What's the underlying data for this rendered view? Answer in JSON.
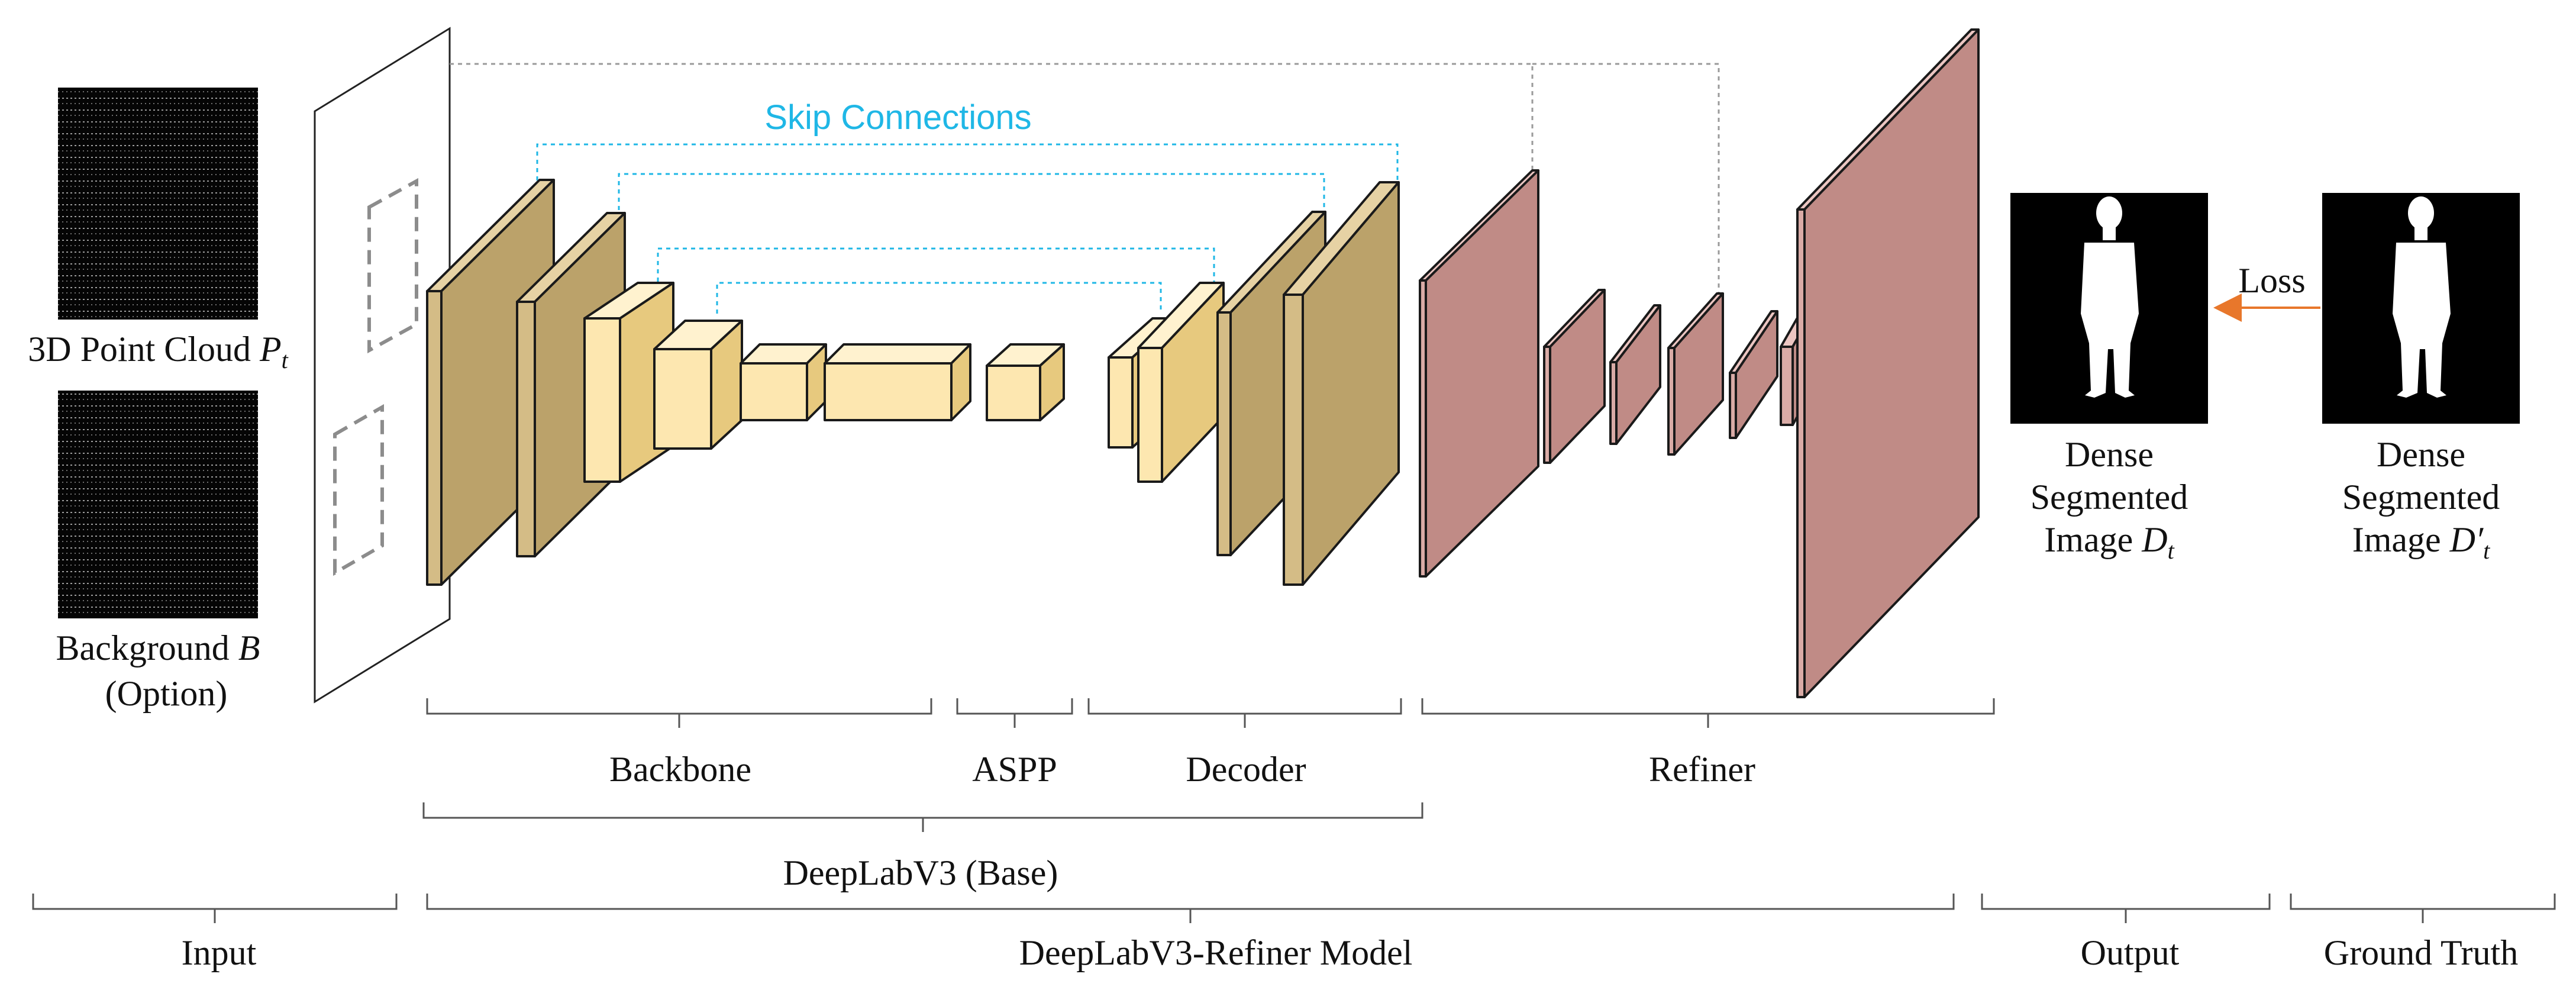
{
  "title": "",
  "colors": {
    "accent_cyan": "#1fb7e6",
    "loss_arrow": "#e8772b",
    "backbone_dark_front": "#d4bc86",
    "backbone_light_front": "#fde7b0",
    "refiner_front": "#d9aba6"
  },
  "input": {
    "image1_label": "3D Point Cloud ",
    "image1_symbol": "P",
    "image1_subscript": "t",
    "image2_label": "Background ",
    "image2_symbol": "B",
    "image2_note": "(Option)"
  },
  "skip_connections_label": "Skip Connections",
  "output": {
    "line1": "Dense",
    "line2": "Segmented",
    "line3": "Image ",
    "symbol": "D",
    "subscript": "t"
  },
  "ground_truth": {
    "line1": "Dense",
    "line2": "Segmented",
    "line3": "Image ",
    "symbol": "D′",
    "subscript": "t"
  },
  "loss_label": "Loss",
  "sections": {
    "backbone": "Backbone",
    "aspp": "ASPP",
    "decoder": "Decoder",
    "refiner": "Refiner",
    "base": "DeepLabV3 (Base)",
    "input": "Input",
    "model": "DeepLabV3-Refiner Model",
    "output": "Output",
    "ground_truth": "Ground Truth"
  }
}
